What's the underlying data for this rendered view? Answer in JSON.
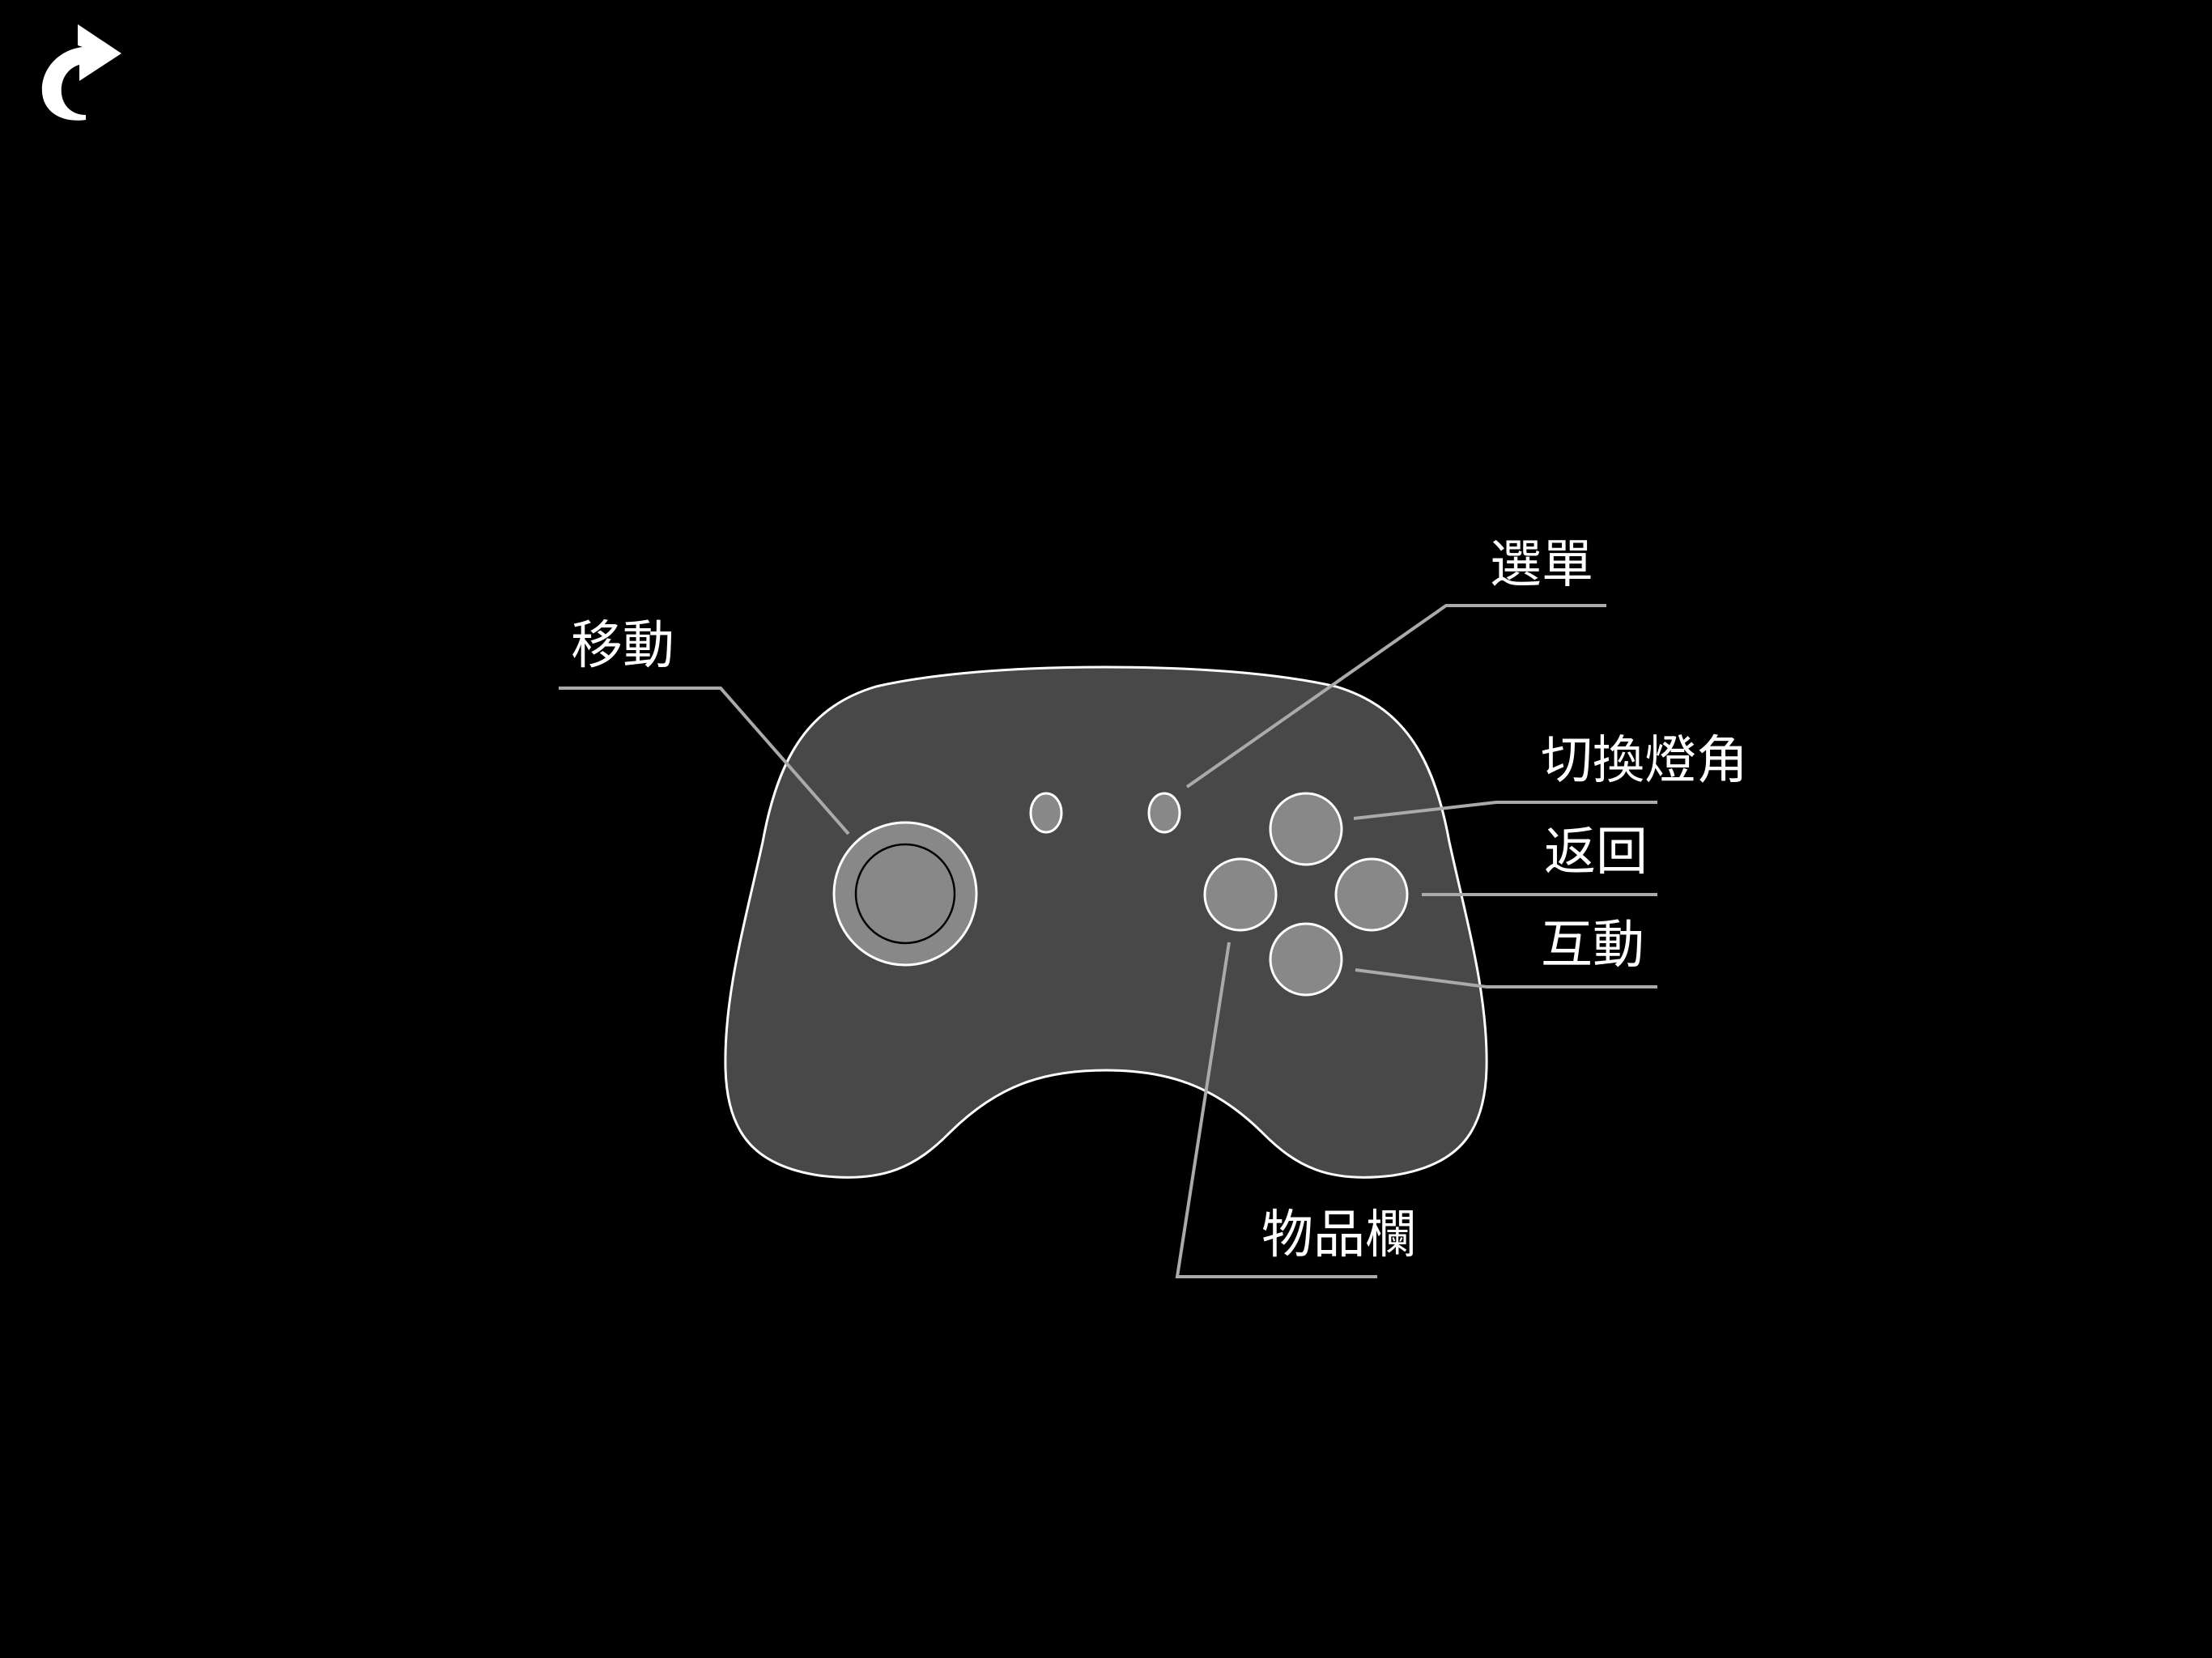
{
  "header": {
    "back_icon": "curved-arrow-back-icon"
  },
  "controller": {
    "labels": {
      "move": "移動",
      "menu": "選單",
      "switch_angle": "切換燈角",
      "back": "返回",
      "interact": "互動",
      "inventory": "物品欄"
    }
  },
  "colors": {
    "background": "#000000",
    "controller_body": "#484848",
    "outline": "#ffffff",
    "button_fill": "#888888",
    "leader_line": "#aaaaaa",
    "text": "#ffffff"
  }
}
